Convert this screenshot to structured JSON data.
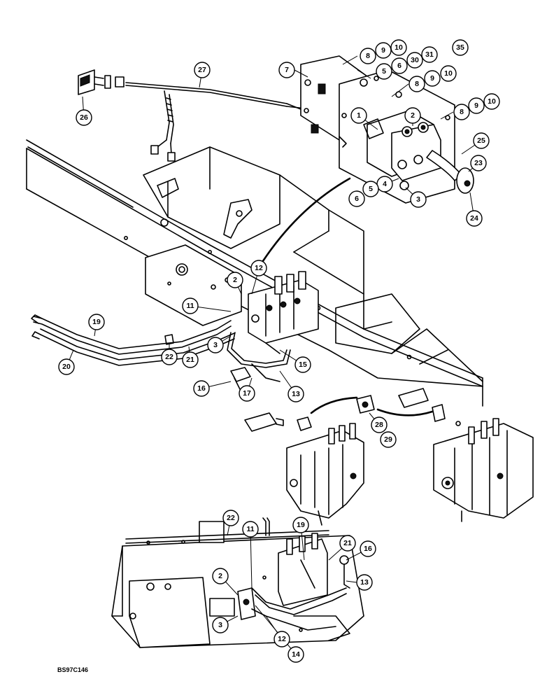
{
  "drawing": {
    "reference_code": "BS97C146"
  },
  "callouts": {
    "c1": "1",
    "c2a": "2",
    "c2b": "2",
    "c2c": "2",
    "c3a": "3",
    "c3b": "3",
    "c3c": "3",
    "c4": "4",
    "c5a": "5",
    "c5b": "5",
    "c6a": "6",
    "c6b": "6",
    "c7": "7",
    "c8a": "8",
    "c8b": "8",
    "c8c": "8",
    "c9a": "9",
    "c9b": "9",
    "c9c": "9",
    "c10a": "10",
    "c10b": "10",
    "c10c": "10",
    "c11a": "11",
    "c11b": "11",
    "c12a": "12",
    "c12b": "12",
    "c13a": "13",
    "c13b": "13",
    "c14": "14",
    "c15": "15",
    "c16a": "16",
    "c16b": "16",
    "c17": "17",
    "c19a": "19",
    "c19b": "19",
    "c20": "20",
    "c21a": "21",
    "c21b": "21",
    "c22a": "22",
    "c22b": "22",
    "c23": "23",
    "c24": "24",
    "c25": "25",
    "c26": "26",
    "c27": "27",
    "c28": "28",
    "c29": "29",
    "c30": "30",
    "c31": "31",
    "c35": "35"
  }
}
